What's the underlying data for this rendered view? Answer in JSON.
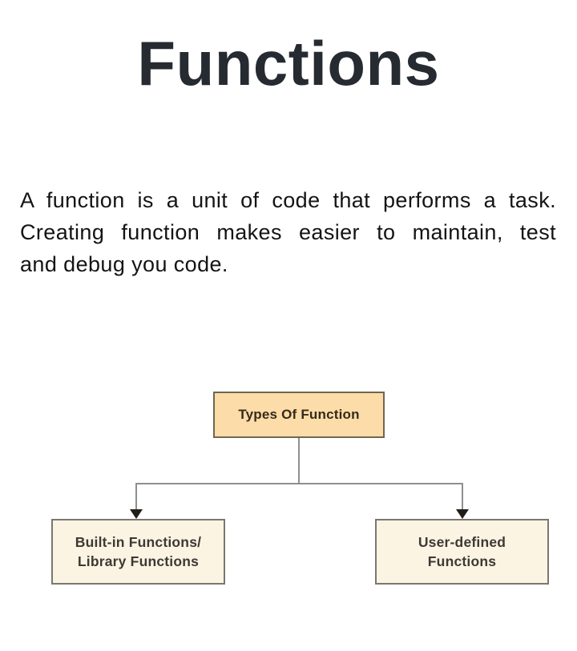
{
  "page": {
    "title": "Functions",
    "background_color": "#ffffff",
    "title_color": "#262a31"
  },
  "intro": {
    "full_text": "A function is a unit of code that performs a task. Creating function makes easier to maintain, test and debug you code.",
    "lines": [
      "A function is a unit of code that performs a task.",
      "Creating function makes easier to maintain, test",
      "and debug you code."
    ]
  },
  "diagram": {
    "type": "tree",
    "root": {
      "label": "Types Of Function",
      "fill_color": "#fcdca8",
      "border_color": "#6f6750"
    },
    "children": [
      {
        "label": "Built-in Functions/ Library Functions",
        "label_lines": [
          "Built-in Functions/",
          "Library Functions"
        ],
        "fill_color": "#fbf4e3",
        "border_color": "#7b776f"
      },
      {
        "label": "User-defined Functions",
        "label_lines": [
          "User-defined",
          "Functions"
        ],
        "fill_color": "#fbf4e3",
        "border_color": "#7b776f"
      }
    ],
    "connector_color": "#8f8f8f",
    "arrow_color": "#221d17"
  }
}
